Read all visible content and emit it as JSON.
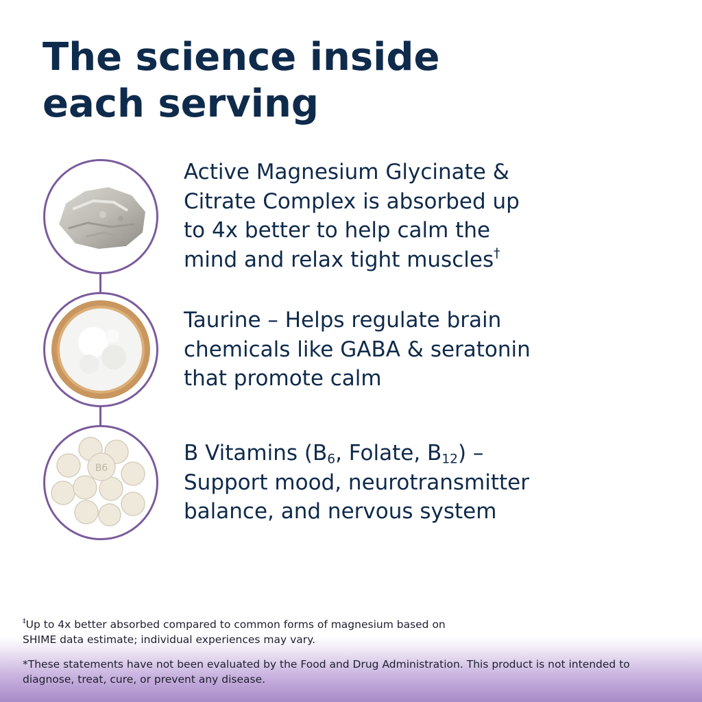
{
  "heading": {
    "line1": "The science inside",
    "line2": "each serving"
  },
  "ingredients": [
    {
      "icon": "magnesium-rock-icon",
      "lines": [
        "Active Magnesium Glycinate &",
        "Citrate Complex is absorbed up",
        "to 4x better to help calm the",
        "mind and relax tight muscles"
      ],
      "mark": "†"
    },
    {
      "icon": "taurine-powder-bowl-icon",
      "lines": [
        "Taurine – Helps regulate brain",
        "chemicals like GABA & seratonin",
        "that promote calm"
      ]
    },
    {
      "icon": "b-vitamin-tablets-icon",
      "tablet_label": "B6",
      "line1_pre": "B Vitamins (B",
      "line1_sub1": "6",
      "line1_mid": ", Folate, B",
      "line1_sub2": "12",
      "line1_post": ") –",
      "lines": [
        "Support mood, neurotransmitter",
        "balance, and nervous system"
      ]
    }
  ],
  "footnotes": {
    "absorption": {
      "mark": "‡",
      "line1": "Up to 4x better absorbed compared to common forms of magnesium based on",
      "line2": "SHIME data estimate; individual experiences may vary."
    },
    "fda": {
      "line1": "*These statements have not been evaluated by the Food and Drug Administration. This product is not intended to",
      "line2": "diagnose, treat, cure, or prevent any disease."
    }
  },
  "colors": {
    "heading": "#0e2b4c",
    "body_text": "#0f2a4a",
    "accent_purple": "#7a5a9c",
    "footer_gradient_end": "#a88bc8"
  }
}
